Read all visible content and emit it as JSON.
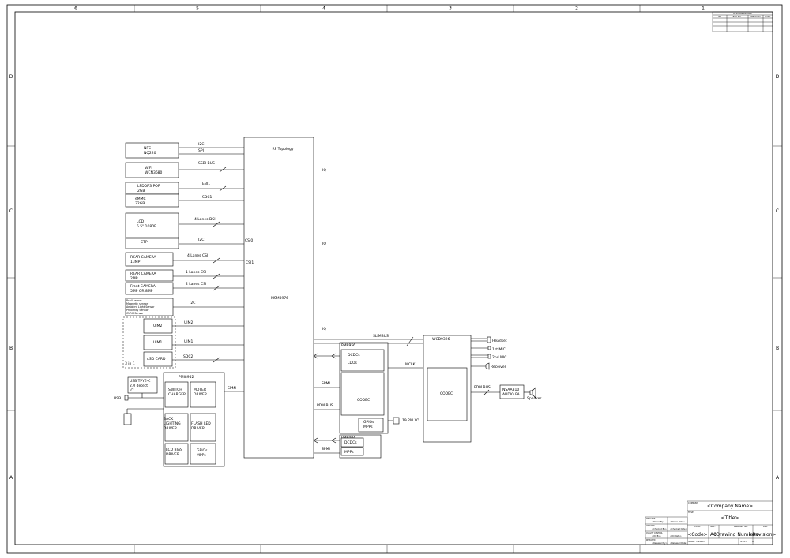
{
  "border": {
    "columns": [
      "6",
      "5",
      "4",
      "3",
      "2",
      "1"
    ],
    "rows": [
      "D",
      "C",
      "B",
      "A"
    ]
  },
  "revision_table": {
    "title": "REVISION RECORD",
    "headers": [
      "LTR",
      "ECO NO:",
      "APPROVED:",
      "DATE:"
    ]
  },
  "blocks": {
    "nfc": [
      "NFC",
      "NQ220"
    ],
    "wifi": [
      "WIFI",
      "WCN3680"
    ],
    "lpddr": [
      "LPDDR3 POP",
      "2GB"
    ],
    "emmc": [
      "eMMC",
      "32GB"
    ],
    "lcd": [
      "LCD",
      "5.5\" 1080P"
    ],
    "ctp": "CTP",
    "rear_cam1": [
      "REAR CAMERA",
      "13MP"
    ],
    "rear_cam2": [
      "REAR CAMERA",
      "2MP"
    ],
    "front_cam": [
      "Front CAMERA",
      "5MP OR 8MP"
    ],
    "sensors": [
      "Pcell sensor",
      "Magnetic sensor",
      "Ambient Light Sensor",
      "Proximity Sensor",
      "GYRO Sensor"
    ],
    "uim2": "UIM2",
    "uim1": "UIM1",
    "usd": "uSD CARD",
    "three_in_one": "3 in 1",
    "usb_typec": [
      "USB TPYE-C",
      "2.0 detect",
      "IC"
    ],
    "usb": "USB",
    "pmi": {
      "title": "PMI8952",
      "switch": [
        "SWITCH",
        "CHARGER"
      ],
      "motor": [
        "MOTER",
        "DRIVER"
      ],
      "backlight": [
        "BACK",
        "LIGHTING",
        "DRIVER"
      ],
      "flash": [
        "FLASH LED",
        "DRIVER"
      ],
      "lcdbias": [
        "LCD BIAS",
        "DRIVER"
      ],
      "gpios": [
        "GPIOs",
        "MPPs"
      ]
    },
    "soc": {
      "title": "MSM8976",
      "rf": "RF Topology",
      "csi0": "CSI0",
      "csi1": "CSI1"
    },
    "pm8956": {
      "title": "PM8956",
      "dcdc": "DCDCs",
      "ldo": "LDOs",
      "codec": "CODEC",
      "gpio": [
        "GPIOs",
        "MPPs"
      ]
    },
    "pm8004": {
      "title": "PM8004",
      "dcdc": "DCDCs",
      "mpp": "MPPs"
    },
    "xo": "19.2M XO",
    "wcd": {
      "title": "WCD9326",
      "codec": "CODEC"
    },
    "amp": [
      "NSAA810",
      "AUDIO PA"
    ],
    "speaker": "Speaker",
    "audio_outs": [
      "Headset",
      "1st MIC",
      "2nd MIC",
      "Receiver"
    ]
  },
  "bus_labels": {
    "i2c_nfc": "I2C",
    "spi": "SPI",
    "ssbi": "SSBI BUS",
    "ebi": "EBI1",
    "sdc1": "SDC1",
    "dsi": "4 Lanes DSI",
    "i2c_ctp": "I2C",
    "csi_rear1": "4 Lanes CSI",
    "csi_rear2": "1 Lanes CSI",
    "csi_front": "2 Lanes CSI",
    "i2c_sensor": "I2C",
    "uim2": "UIM2",
    "uim1": "UIM1",
    "sdc2": "SDC2",
    "spmi_pmi": "SPMI",
    "iq1": "IQ",
    "iq2": "IQ",
    "iq3": "IQ",
    "slimbus": "SLIMBUS",
    "mclk": "MCLK",
    "spmi_pm": "SPMI",
    "pdm": "PDM BUS",
    "spmi_pm8004": "SPMI",
    "pdm_amp": "PDM BUS"
  },
  "title_block": {
    "company": "<Company Name>",
    "title": "<Title>",
    "code": "<Code>",
    "size": "A0",
    "drawing_number": "<Drawing Number>",
    "revision": "<Revision>",
    "cells": {
      "designer": "DESIGNER",
      "checked": "CHECKED",
      "quality": "QUALITY CONTROL",
      "released": "RELEASED",
      "drawn_by": "<Drawn By>",
      "checked_by": "<Checked By>",
      "qc_by": "<QC By>",
      "released_by": "<Released By>",
      "drawn_date": "<Drawn Date>",
      "checked_date": "<Checked Date>",
      "qc_date": "<QC Date>",
      "released_date": "<Released Date>",
      "company_lbl": "COMPANY:",
      "title_lbl": "TITLE:",
      "code_lbl": "CODE:",
      "size_lbl": "SIZE:",
      "drawing_lbl": "DRAWING NO:",
      "rev_lbl": "REV:",
      "scale_lbl": "SCALE:",
      "scale_val": "<Scale>",
      "sheet_lbl": "SHEET:",
      "sheet_val": "OF"
    }
  }
}
